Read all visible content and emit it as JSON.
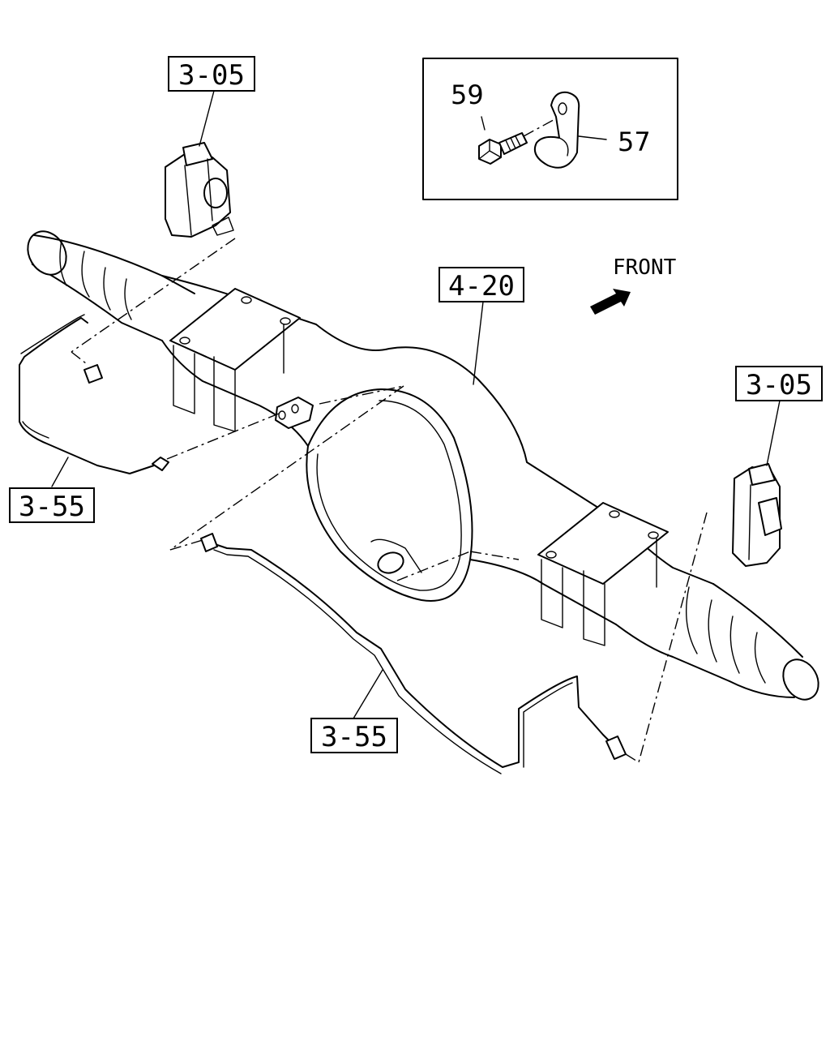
{
  "labels": {
    "sensor_top_left": "3-05",
    "sensor_right": "3-05",
    "axle_housing": "4-20",
    "harness_left": "3-55",
    "harness_bottom": "3-55",
    "bolt": "59",
    "clip": "57"
  },
  "direction": {
    "text": "FRONT",
    "icon": "arrow-icon"
  }
}
